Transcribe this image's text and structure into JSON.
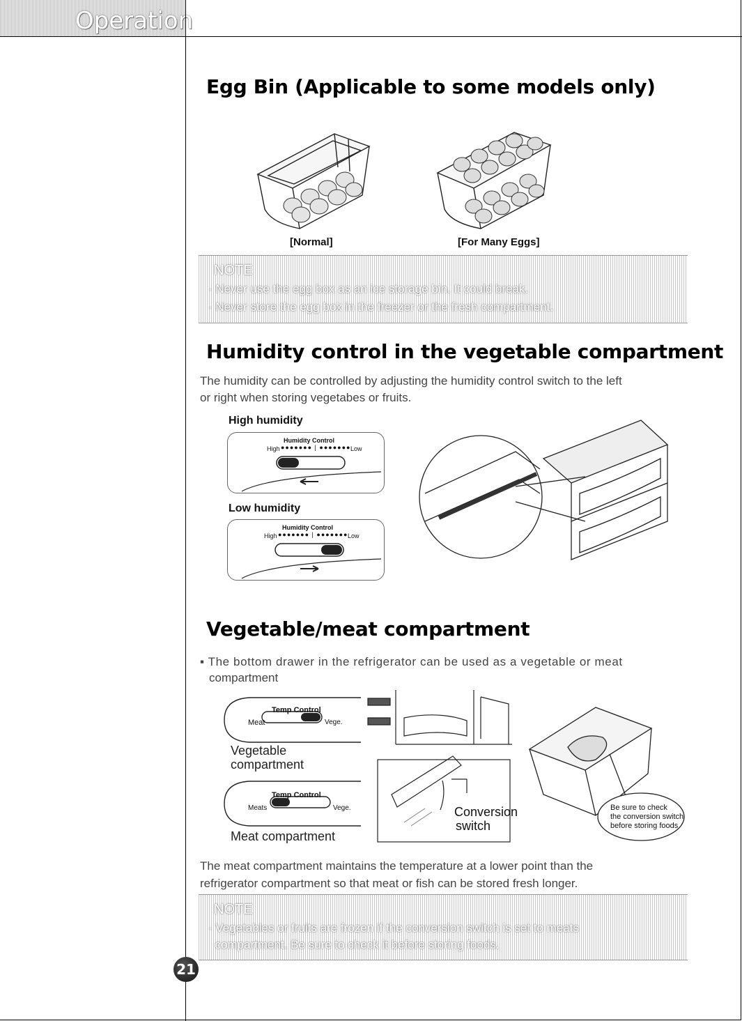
{
  "header": {
    "section_tab": "Operation"
  },
  "egg_bin": {
    "title": "Egg Bin (Applicable to some models only)",
    "caption_normal": "[Normal]",
    "caption_many": "[For Many Eggs]"
  },
  "note1": {
    "title": "NOTE",
    "lines": [
      "· Never use the egg box as an ice storage bin. It could break.",
      "· Never store the egg box in the freezer or the fresh compartment."
    ]
  },
  "humidity": {
    "title": "Humidity control in the vegetable compartment",
    "body_line1": "The humidity can be controlled by adjusting the humidity control switch to the left",
    "body_line2": "or right when storing vegetabes or fruits.",
    "high_label": "High humidity",
    "low_label": "Low humidity",
    "panel_title": "Humidity Control",
    "high_word": "High",
    "low_word": "Low"
  },
  "veg_meat": {
    "title": "Vegetable/meat compartment",
    "bullet_line1": "▪ The bottom drawer in the refrigerator can be used as a vegetable or meat",
    "bullet_line2": "compartment",
    "temp_control": "Temp Control",
    "meat_word": "Meat",
    "meats_word": "Meats",
    "vege_word": "Vege.",
    "veg_compartment_l1": "Vegetable",
    "veg_compartment_l2": "compartment",
    "meat_compartment": "Meat compartment",
    "conversion_l1": "Conversion",
    "conversion_l2": "switch",
    "bubble_l1": "Be sure to check",
    "bubble_l2": "the conversion switch",
    "bubble_l3": "before storing foods",
    "body_line1": "The meat compartment maintains the temperature at a lower point than the",
    "body_line2": "refrigerator compartment so that meat or fish can be stored fresh longer."
  },
  "note2": {
    "title": "NOTE",
    "lines": [
      "· Vegetables or fruits are frozen if the conversion switch is set to meats",
      "  compartment. Be sure to check it before storing foods."
    ]
  },
  "page_number": "21"
}
